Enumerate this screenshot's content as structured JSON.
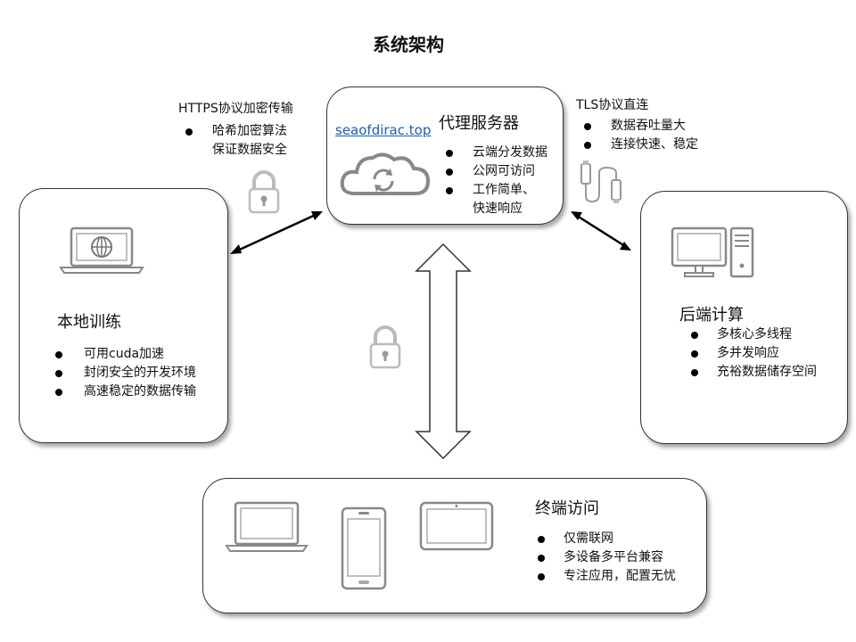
{
  "title": "系统架构",
  "proxy": {
    "link": "seaofdirac.top",
    "heading": "代理服务器",
    "items": [
      "云端分发数据",
      "公网可访问",
      "工作简单、",
      "快速响应"
    ]
  },
  "https": {
    "label": "HTTPS协议加密传输",
    "items": [
      "哈希加密算法",
      "保证数据安全"
    ]
  },
  "tls": {
    "label": "TLS协议直连",
    "items": [
      "数据吞吐量大",
      "连接快速、稳定"
    ]
  },
  "local": {
    "heading": "本地训练",
    "items": [
      "可用cuda加速",
      "封闭安全的开发环境",
      "高速稳定的数据传输"
    ]
  },
  "backend": {
    "heading": "后端计算",
    "items": [
      "多核心多线程",
      "多并发响应",
      "充裕数据储存空间"
    ]
  },
  "terminal": {
    "heading": "终端访问",
    "items": [
      "仅需联网",
      "多设备多平台兼容",
      "专注应用，配置无忧"
    ]
  }
}
